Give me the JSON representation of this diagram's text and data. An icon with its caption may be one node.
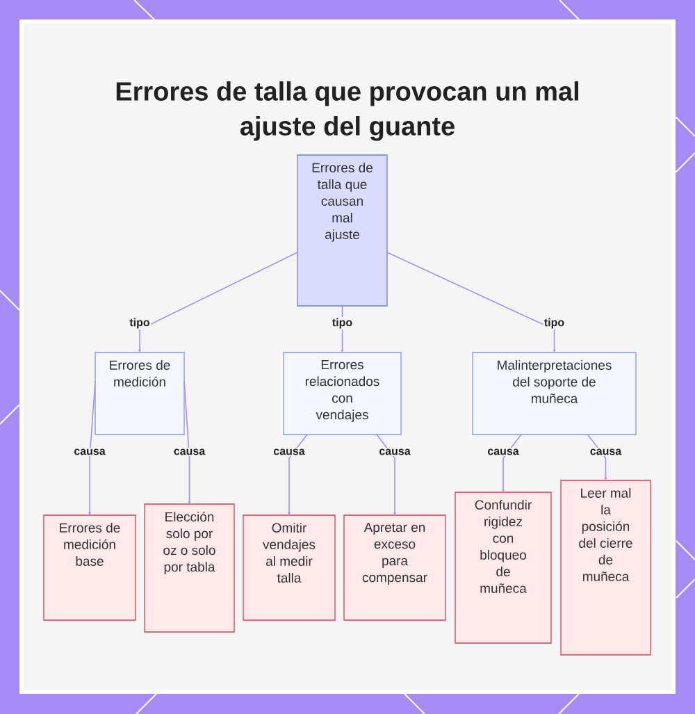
{
  "diagram": {
    "title": "Errores de talla que provocan un mal ajuste del guante",
    "nodes": [
      {
        "text": [
          "Errores de talla que causan mal ajuste"
        ]
      },
      {
        "text": [
          "Errores de medición"
        ]
      },
      {
        "text": [
          "Errores relacionados con vendajes"
        ]
      },
      {
        "text": [
          "Malinterpretaciones del soporte de muñeca"
        ]
      },
      {
        "text": [
          "Errores de medición base"
        ]
      },
      {
        "text": [
          "Elección solo por oz o solo por tabla"
        ]
      },
      {
        "text": [
          "Omitir vendajes al medir talla"
        ]
      },
      {
        "text": [
          "Apretar en exceso para compensar"
        ]
      },
      {
        "text": [
          "Confundir rigidez con bloqueo de muñeca"
        ]
      },
      {
        "text": [
          "Leer mal la posición del cierre de muñeca"
        ]
      }
    ],
    "edges": [
      {
        "from": 0,
        "to": 1,
        "arrow": "to",
        "label": "tipo"
      },
      {
        "from": 0,
        "to": 2,
        "arrow": "to",
        "label": "tipo"
      },
      {
        "from": 0,
        "to": 3,
        "arrow": "to",
        "label": "tipo"
      },
      {
        "from": 1,
        "to": 4,
        "arrow": "to",
        "label": "causa"
      },
      {
        "from": 1,
        "to": 5,
        "arrow": "to",
        "label": "causa"
      },
      {
        "from": 2,
        "to": 6,
        "arrow": "to",
        "label": "causa"
      },
      {
        "from": 2,
        "to": 7,
        "arrow": "to",
        "label": "causa"
      },
      {
        "from": 3,
        "to": 8,
        "arrow": "to",
        "label": "causa"
      },
      {
        "from": 3,
        "to": 9,
        "arrow": "to",
        "label": "causa"
      }
    ]
  }
}
